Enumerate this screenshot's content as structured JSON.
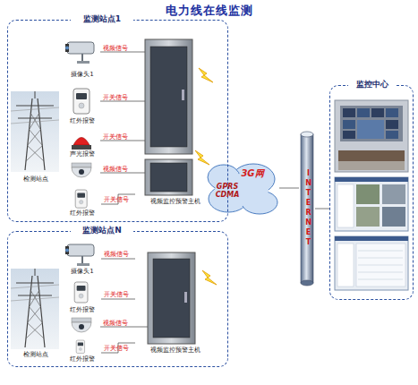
{
  "diagram": {
    "title": "电力线在线监测",
    "nodes": [
      {
        "text": [
          "监测站点1"
        ]
      },
      {
        "text": [
          "检测站点"
        ],
        "in": 0
      },
      {
        "text": [
          "摄像头1"
        ],
        "in": 0
      },
      {
        "text": [
          "红外报警"
        ],
        "in": 0
      },
      {
        "text": [
          "声光报警"
        ],
        "in": 0
      },
      {
        "text": [
          "红外报警"
        ],
        "in": 0
      },
      {
        "text": [
          "视频监控预警主机"
        ],
        "in": 0
      },
      {
        "text": [
          "3G网",
          "GPRS CDMA"
        ]
      },
      {
        "text": [
          "INTERNET"
        ]
      },
      {
        "text": [
          "监控中心"
        ]
      },
      {
        "text": [
          "监测站点N"
        ]
      },
      {
        "text": [
          "检测站点"
        ],
        "in": 10
      },
      {
        "text": [
          "摄像头1"
        ],
        "in": 10
      },
      {
        "text": [
          "红外报警"
        ],
        "in": 10
      },
      {
        "text": [
          "红外报警"
        ],
        "in": 10
      },
      {
        "text": [
          "视频监控预警主机"
        ],
        "in": 10
      }
    ],
    "edges": [
      {
        "from": 5,
        "to": 6,
        "label": "开关信号",
        "arrow": "none"
      },
      {
        "from": 12,
        "to": 15,
        "label": "视频信号",
        "arrow": "none"
      },
      {
        "from": 13,
        "to": 15,
        "label": "开关信号",
        "arrow": "none"
      },
      {
        "from": 14,
        "to": 15,
        "label": "开关信号",
        "arrow": "none"
      },
      {
        "from": 7,
        "to": 8,
        "arrow": "none"
      },
      {
        "from": 8,
        "to": 9,
        "arrow": "none"
      }
    ],
    "labels": [
      "视频信号",
      "开关信号",
      "开关信号",
      "视频信号",
      "视频信号"
    ]
  }
}
